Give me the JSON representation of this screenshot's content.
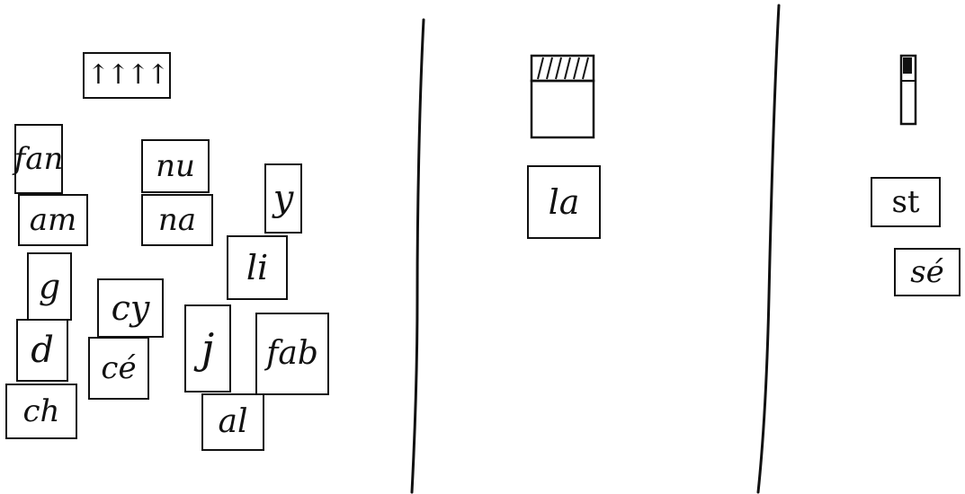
{
  "left_area": {
    "arrows_card": {
      "glyph": "↑↑↑↑"
    },
    "cards": [
      {
        "label": "fan"
      },
      {
        "label": "nu"
      },
      {
        "label": "y"
      },
      {
        "label": "am"
      },
      {
        "label": "na"
      },
      {
        "label": "li"
      },
      {
        "label": "g"
      },
      {
        "label": "cy"
      },
      {
        "label": "d"
      },
      {
        "label": "cé"
      },
      {
        "label": "j"
      },
      {
        "label": "fab"
      },
      {
        "label": "ch"
      },
      {
        "label": "al"
      }
    ]
  },
  "middle_area": {
    "icon": "box-icon",
    "cards": [
      {
        "label": "la"
      }
    ]
  },
  "right_area": {
    "icon": "tube-icon",
    "cards": [
      {
        "label": "st"
      },
      {
        "label": "sé"
      }
    ]
  },
  "colors": {
    "ink": "#111111",
    "paper": "#ffffff"
  }
}
